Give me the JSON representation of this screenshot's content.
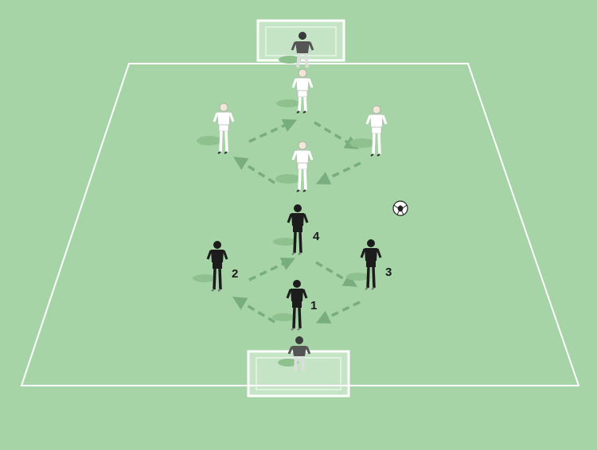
{
  "colors": {
    "pitch": "#a6d4a6",
    "lines": "#ffffff",
    "arrows": "#78ad7f",
    "shadow": "#8fc18f",
    "white_team": "#ffffff",
    "black_team": "#1c1c1c",
    "goalkeeper": "#555555"
  },
  "players": {
    "black": [
      {
        "label": "1"
      },
      {
        "label": "2"
      },
      {
        "label": "3"
      },
      {
        "label": "4"
      }
    ]
  },
  "icons": [
    "soccer-ball-icon",
    "goal-icon",
    "player-icon",
    "arrow-icon"
  ]
}
